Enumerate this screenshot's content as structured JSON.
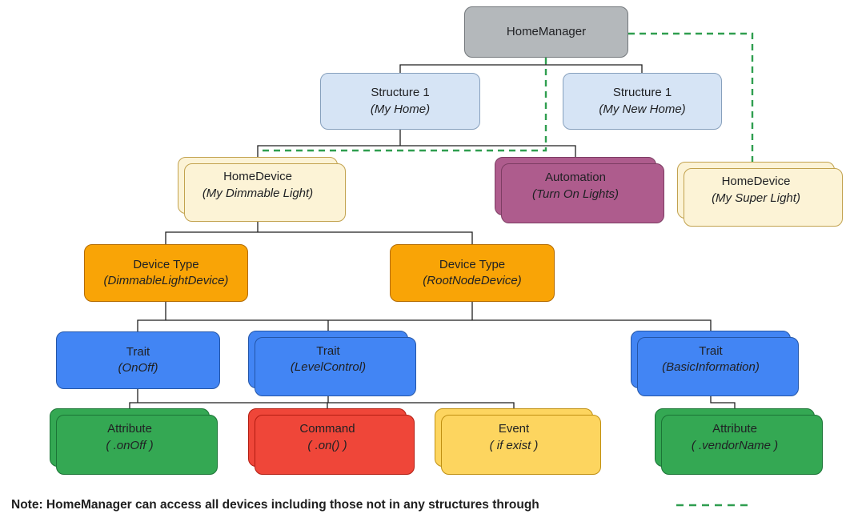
{
  "diagram": {
    "note": "Note: HomeManager can access all devices including those not in any structures through",
    "palette": {
      "line": "#1f1f1f",
      "dashed_green": "#2f9e4f",
      "gray": {
        "fill": "#b4b8bb",
        "stroke": "#72777b"
      },
      "blue_light": {
        "fill": "#d6e4f5",
        "stroke": "#87a0bd"
      },
      "cream": {
        "fill": "#fcf3d6",
        "stroke": "#c2a24e"
      },
      "mauve": {
        "fill": "#ae5c8d",
        "stroke": "#7d3d63"
      },
      "orange": {
        "fill": "#f9a406",
        "stroke": "#b36b00"
      },
      "blue": {
        "fill": "#4285f4",
        "stroke": "#2456a8"
      },
      "green": {
        "fill": "#34a853",
        "stroke": "#1b7436"
      },
      "red": {
        "fill": "#ef4639",
        "stroke": "#b21d12"
      },
      "yellow": {
        "fill": "#fdd55f",
        "stroke": "#c09012"
      }
    },
    "nodes": {
      "home_manager": {
        "title": "HomeManager",
        "subtitle": ""
      },
      "structure_my_home": {
        "title": "Structure 1",
        "subtitle": "(My Home)"
      },
      "structure_my_new_home": {
        "title": "Structure 1",
        "subtitle": "(My New Home)"
      },
      "home_device_dimmable": {
        "title": "HomeDevice",
        "subtitle": "(My Dimmable Light)"
      },
      "automation_turn_on": {
        "title": "Automation",
        "subtitle": "(Turn On Lights)"
      },
      "home_device_super": {
        "title": "HomeDevice",
        "subtitle": "(My Super Light)"
      },
      "device_type_dimmable": {
        "title": "Device Type",
        "subtitle": "(DimmableLightDevice)"
      },
      "device_type_rootnode": {
        "title": "Device Type",
        "subtitle": "(RootNodeDevice)"
      },
      "trait_onoff": {
        "title": "Trait",
        "subtitle": "(OnOff)"
      },
      "trait_levelcontrol": {
        "title": "Trait",
        "subtitle": "(LevelControl)"
      },
      "trait_basicinfo": {
        "title": "Trait",
        "subtitle": "(BasicInformation)"
      },
      "attribute_onoff": {
        "title": "Attribute",
        "subtitle": "( .onOff )"
      },
      "command_on": {
        "title": "Command",
        "subtitle": "( .on() )"
      },
      "event_if_exist": {
        "title": "Event",
        "subtitle": "( if exist )"
      },
      "attribute_vendorname": {
        "title": "Attribute",
        "subtitle": "( .vendorName )"
      }
    },
    "edges": [
      [
        "home_manager",
        "structure_my_home"
      ],
      [
        "home_manager",
        "structure_my_new_home"
      ],
      [
        "structure_my_home",
        "home_device_dimmable"
      ],
      [
        "structure_my_home",
        "automation_turn_on"
      ],
      [
        "home_device_dimmable",
        "device_type_dimmable"
      ],
      [
        "home_device_dimmable",
        "device_type_rootnode"
      ],
      [
        "device_type_dimmable",
        "trait_onoff"
      ],
      [
        "device_type_dimmable",
        "trait_levelcontrol"
      ],
      [
        "device_type_rootnode",
        "trait_basicinfo"
      ],
      [
        "trait_onoff",
        "attribute_onoff"
      ],
      [
        "trait_levelcontrol",
        "command_on"
      ],
      [
        "trait_levelcontrol",
        "event_if_exist"
      ],
      [
        "trait_basicinfo",
        "attribute_vendorname"
      ]
    ],
    "dashed_links": [
      [
        "home_manager",
        "home_device_dimmable"
      ],
      [
        "home_manager",
        "home_device_super"
      ]
    ]
  }
}
